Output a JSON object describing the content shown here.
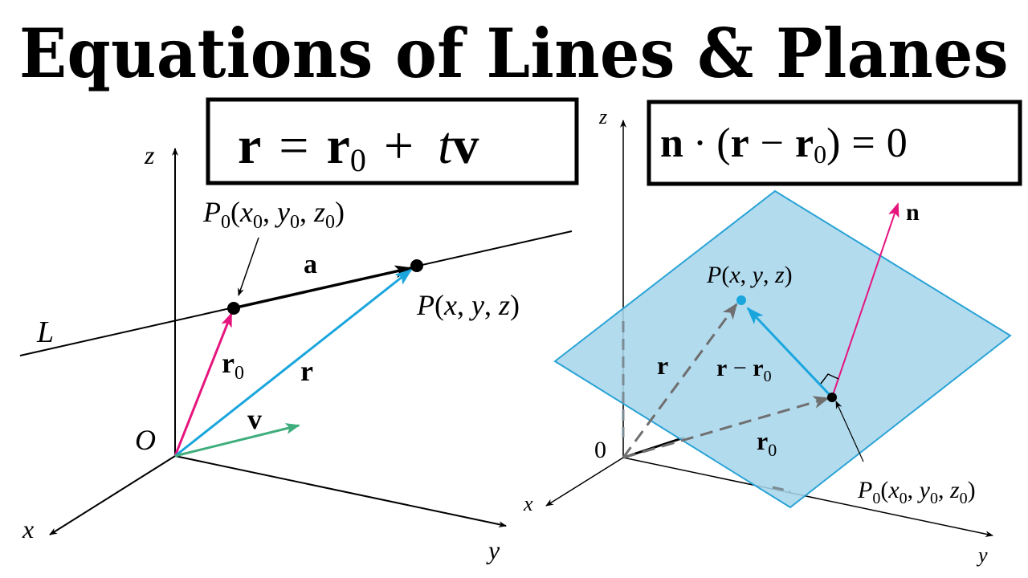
{
  "title": "Equations of Lines & Planes",
  "colors": {
    "ink": "#000000",
    "magenta": "#e6157e",
    "cyan": "#1aa6dd",
    "green": "#3fae7c",
    "plane_fill": "#a9d6ec",
    "plane_edge": "#2aa3d6",
    "dashed": "#6f6f6f"
  },
  "line_figure": {
    "equation": {
      "r": "r",
      "eq": "=",
      "r0": "r",
      "r0_sub": "0",
      "plus": "+",
      "t": "t",
      "v": "v"
    },
    "axes": {
      "x": "x",
      "y": "y",
      "z": "z",
      "origin": "O"
    },
    "line_label": "L",
    "p0": {
      "P": "P",
      "sub": "0",
      "open": "(",
      "x": "x",
      "x_sub": "0",
      "comma1": ", ",
      "y": "y",
      "y_sub": "0",
      "comma2": ", ",
      "z": "z",
      "z_sub": "0",
      "close": ")"
    },
    "p": {
      "P": "P",
      "open": "(",
      "x": "x",
      "comma1": ", ",
      "y": "y",
      "comma2": ", ",
      "z": "z",
      "close": ")"
    },
    "vec_a": "a",
    "vec_r": "r",
    "vec_r0": "r",
    "vec_r0_sub": "0",
    "vec_v": "v"
  },
  "plane_figure": {
    "equation": {
      "n": "n",
      "dot": "·",
      "open": "(",
      "r": "r",
      "minus": "−",
      "r0": "r",
      "r0_sub": "0",
      "close": ")",
      "eq": "=",
      "zero": "0"
    },
    "axes": {
      "x": "x",
      "y": "y",
      "z": "z",
      "origin": "0"
    },
    "p": {
      "P": "P",
      "open": "(",
      "x": "x",
      "comma1": ", ",
      "y": "y",
      "comma2": ", ",
      "z": "z",
      "close": ")"
    },
    "p0": {
      "P": "P",
      "sub": "0",
      "open": "(",
      "x": "x",
      "x_sub": "0",
      "comma1": ", ",
      "y": "y",
      "y_sub": "0",
      "comma2": ", ",
      "z": "z",
      "z_sub": "0",
      "close": ")"
    },
    "vec_n": "n",
    "vec_r": "r",
    "vec_r_minus_r0": {
      "r": "r",
      "minus": " − ",
      "r0": "r",
      "sub": "0"
    },
    "vec_r0": "r",
    "vec_r0_sub": "0"
  }
}
